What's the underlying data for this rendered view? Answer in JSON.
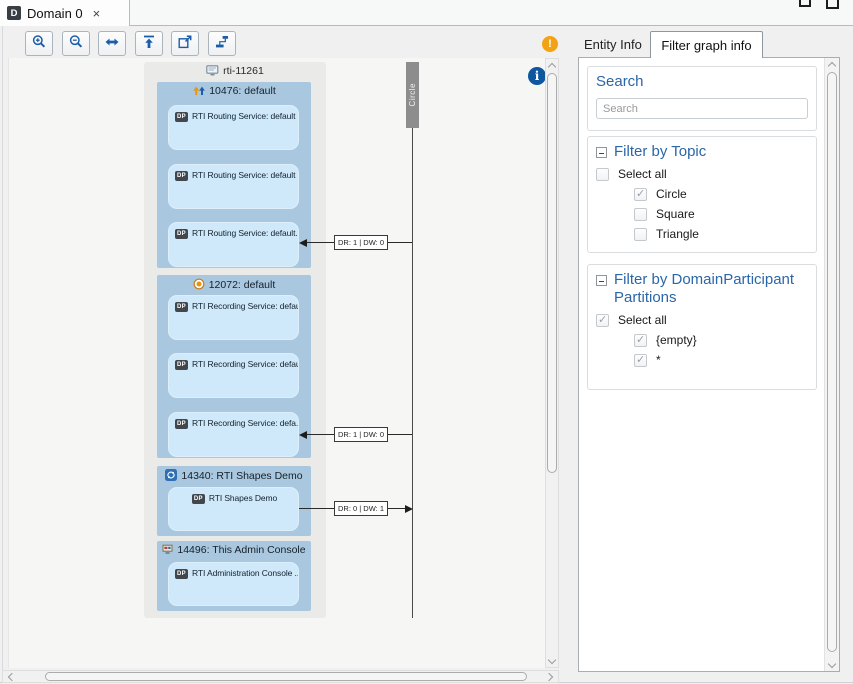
{
  "window": {
    "tab_label": "Domain 0",
    "tab_icon_letter": "D",
    "close_glyph": "×"
  },
  "toolbar": {
    "buttons": [
      {
        "name": "zoom-in"
      },
      {
        "name": "zoom-out"
      },
      {
        "name": "fit-width"
      },
      {
        "name": "collapse-to-top"
      },
      {
        "name": "open-in-new-view"
      },
      {
        "name": "auto-layout"
      }
    ]
  },
  "icons": {
    "warning_glyph": "!",
    "info_glyph": "i"
  },
  "right_tabs": {
    "entity_info": "Entity Info",
    "filter_graph_info": "Filter graph info"
  },
  "graph": {
    "badge": "DP",
    "host": {
      "label": "rti-11261",
      "groups": [
        {
          "label": "10476: default",
          "icon": "routing-service-icon",
          "nodes": [
            "RTI Routing Service: default",
            "RTI Routing Service: default",
            "RTI Routing Service: default..."
          ]
        },
        {
          "label": "12072: default",
          "icon": "recording-service-icon",
          "nodes": [
            "RTI Recording Service: default",
            "RTI Recording Service: default",
            "RTI Recording Service: defa..."
          ]
        },
        {
          "label": "14340: RTI Shapes Demo",
          "icon": "shapes-demo-icon",
          "nodes": [
            "RTI Shapes Demo"
          ]
        },
        {
          "label": "14496: This Admin Console",
          "icon": "admin-console-icon",
          "nodes": [
            "RTI Administration Console ..."
          ]
        }
      ]
    },
    "topic": {
      "label": "Circle"
    },
    "edges": [
      {
        "label": "DR: 1 |  DW: 0",
        "direction": "to-participant"
      },
      {
        "label": "DR: 1 |  DW: 0",
        "direction": "to-participant"
      },
      {
        "label": "DR: 0 |  DW: 1",
        "direction": "to-topic"
      }
    ]
  },
  "filter_panel": {
    "search_title": "Search",
    "search_placeholder": "Search",
    "topic_section": {
      "title": "Filter by Topic",
      "items": [
        {
          "label": "Select all",
          "checked": false
        },
        {
          "label": "Circle",
          "checked": true
        },
        {
          "label": "Square",
          "checked": false
        },
        {
          "label": "Triangle",
          "checked": false
        }
      ]
    },
    "partition_section": {
      "title": "Filter by DomainParticipant Partitions",
      "items": [
        {
          "label": "Select all",
          "checked": true
        },
        {
          "label": "{empty}",
          "checked": true
        },
        {
          "label": "*",
          "checked": true
        }
      ]
    }
  },
  "colors": {
    "toolbar_icon_blue": "#1c5da8",
    "section_title_blue": "#2b66a8",
    "warning_orange": "#f3a214",
    "info_blue": "#0e57a0",
    "participant_fill": "#a9c7de",
    "endpoint_fill": "#cfe9fa",
    "host_fill": "#eaeae9",
    "topic_bar_gray": "#8d8d8d"
  }
}
